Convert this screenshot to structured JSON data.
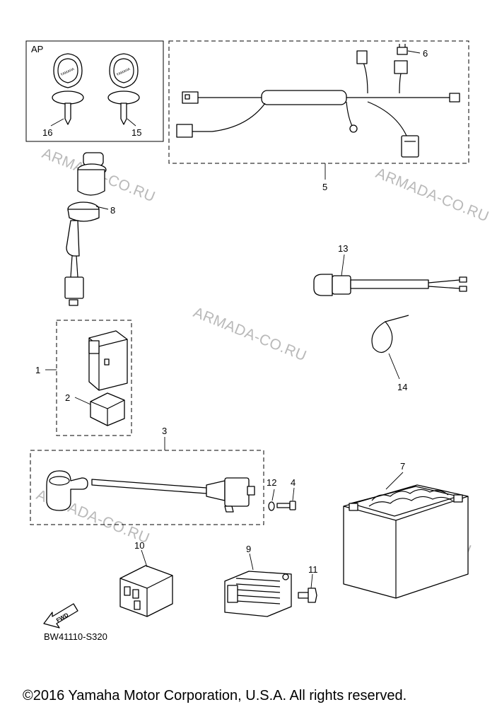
{
  "frame_labels": {
    "ap": "AP"
  },
  "callouts": {
    "p1": "1",
    "p2": "2",
    "p3": "3",
    "p4": "4",
    "p5": "5",
    "p6": "6",
    "p7": "7",
    "p8": "8",
    "p9": "9",
    "p10": "10",
    "p11": "11",
    "p12": "12",
    "p13": "13",
    "p14": "14",
    "p15": "15",
    "p16": "16"
  },
  "key_brand": "YAMAHA",
  "fwd_label": "FWD",
  "watermark": "ARMADA-CO.RU",
  "diagram_code": "BW41110-S320",
  "copyright": "©2016 Yamaha Motor Corporation, U.S.A. All rights reserved."
}
